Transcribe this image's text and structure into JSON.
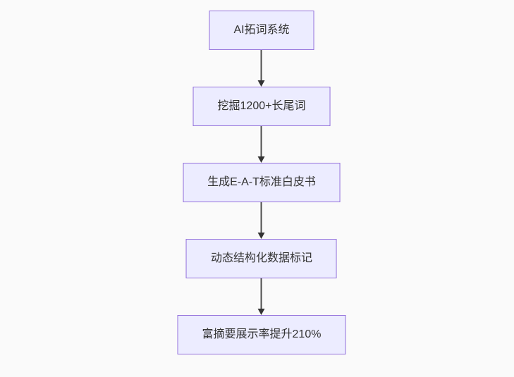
{
  "diagram": {
    "type": "flowchart",
    "direction": "top-down",
    "background_color": "#fafafa",
    "node_fill_color": "#ECECFF",
    "node_border_color": "#9370DB",
    "node_text_color": "#333333",
    "arrow_color": "#333333",
    "nodes": [
      {
        "id": "A",
        "label": "AI拓词系统"
      },
      {
        "id": "B",
        "label": "挖掘1200+长尾词"
      },
      {
        "id": "C",
        "label": "生成E-A-T标准白皮书"
      },
      {
        "id": "D",
        "label": "动态结构化数据标记"
      },
      {
        "id": "E",
        "label": "富摘要展示率提升210%"
      }
    ],
    "edges": [
      {
        "from": "A",
        "to": "B"
      },
      {
        "from": "B",
        "to": "C"
      },
      {
        "from": "C",
        "to": "D"
      },
      {
        "from": "D",
        "to": "E"
      }
    ]
  }
}
